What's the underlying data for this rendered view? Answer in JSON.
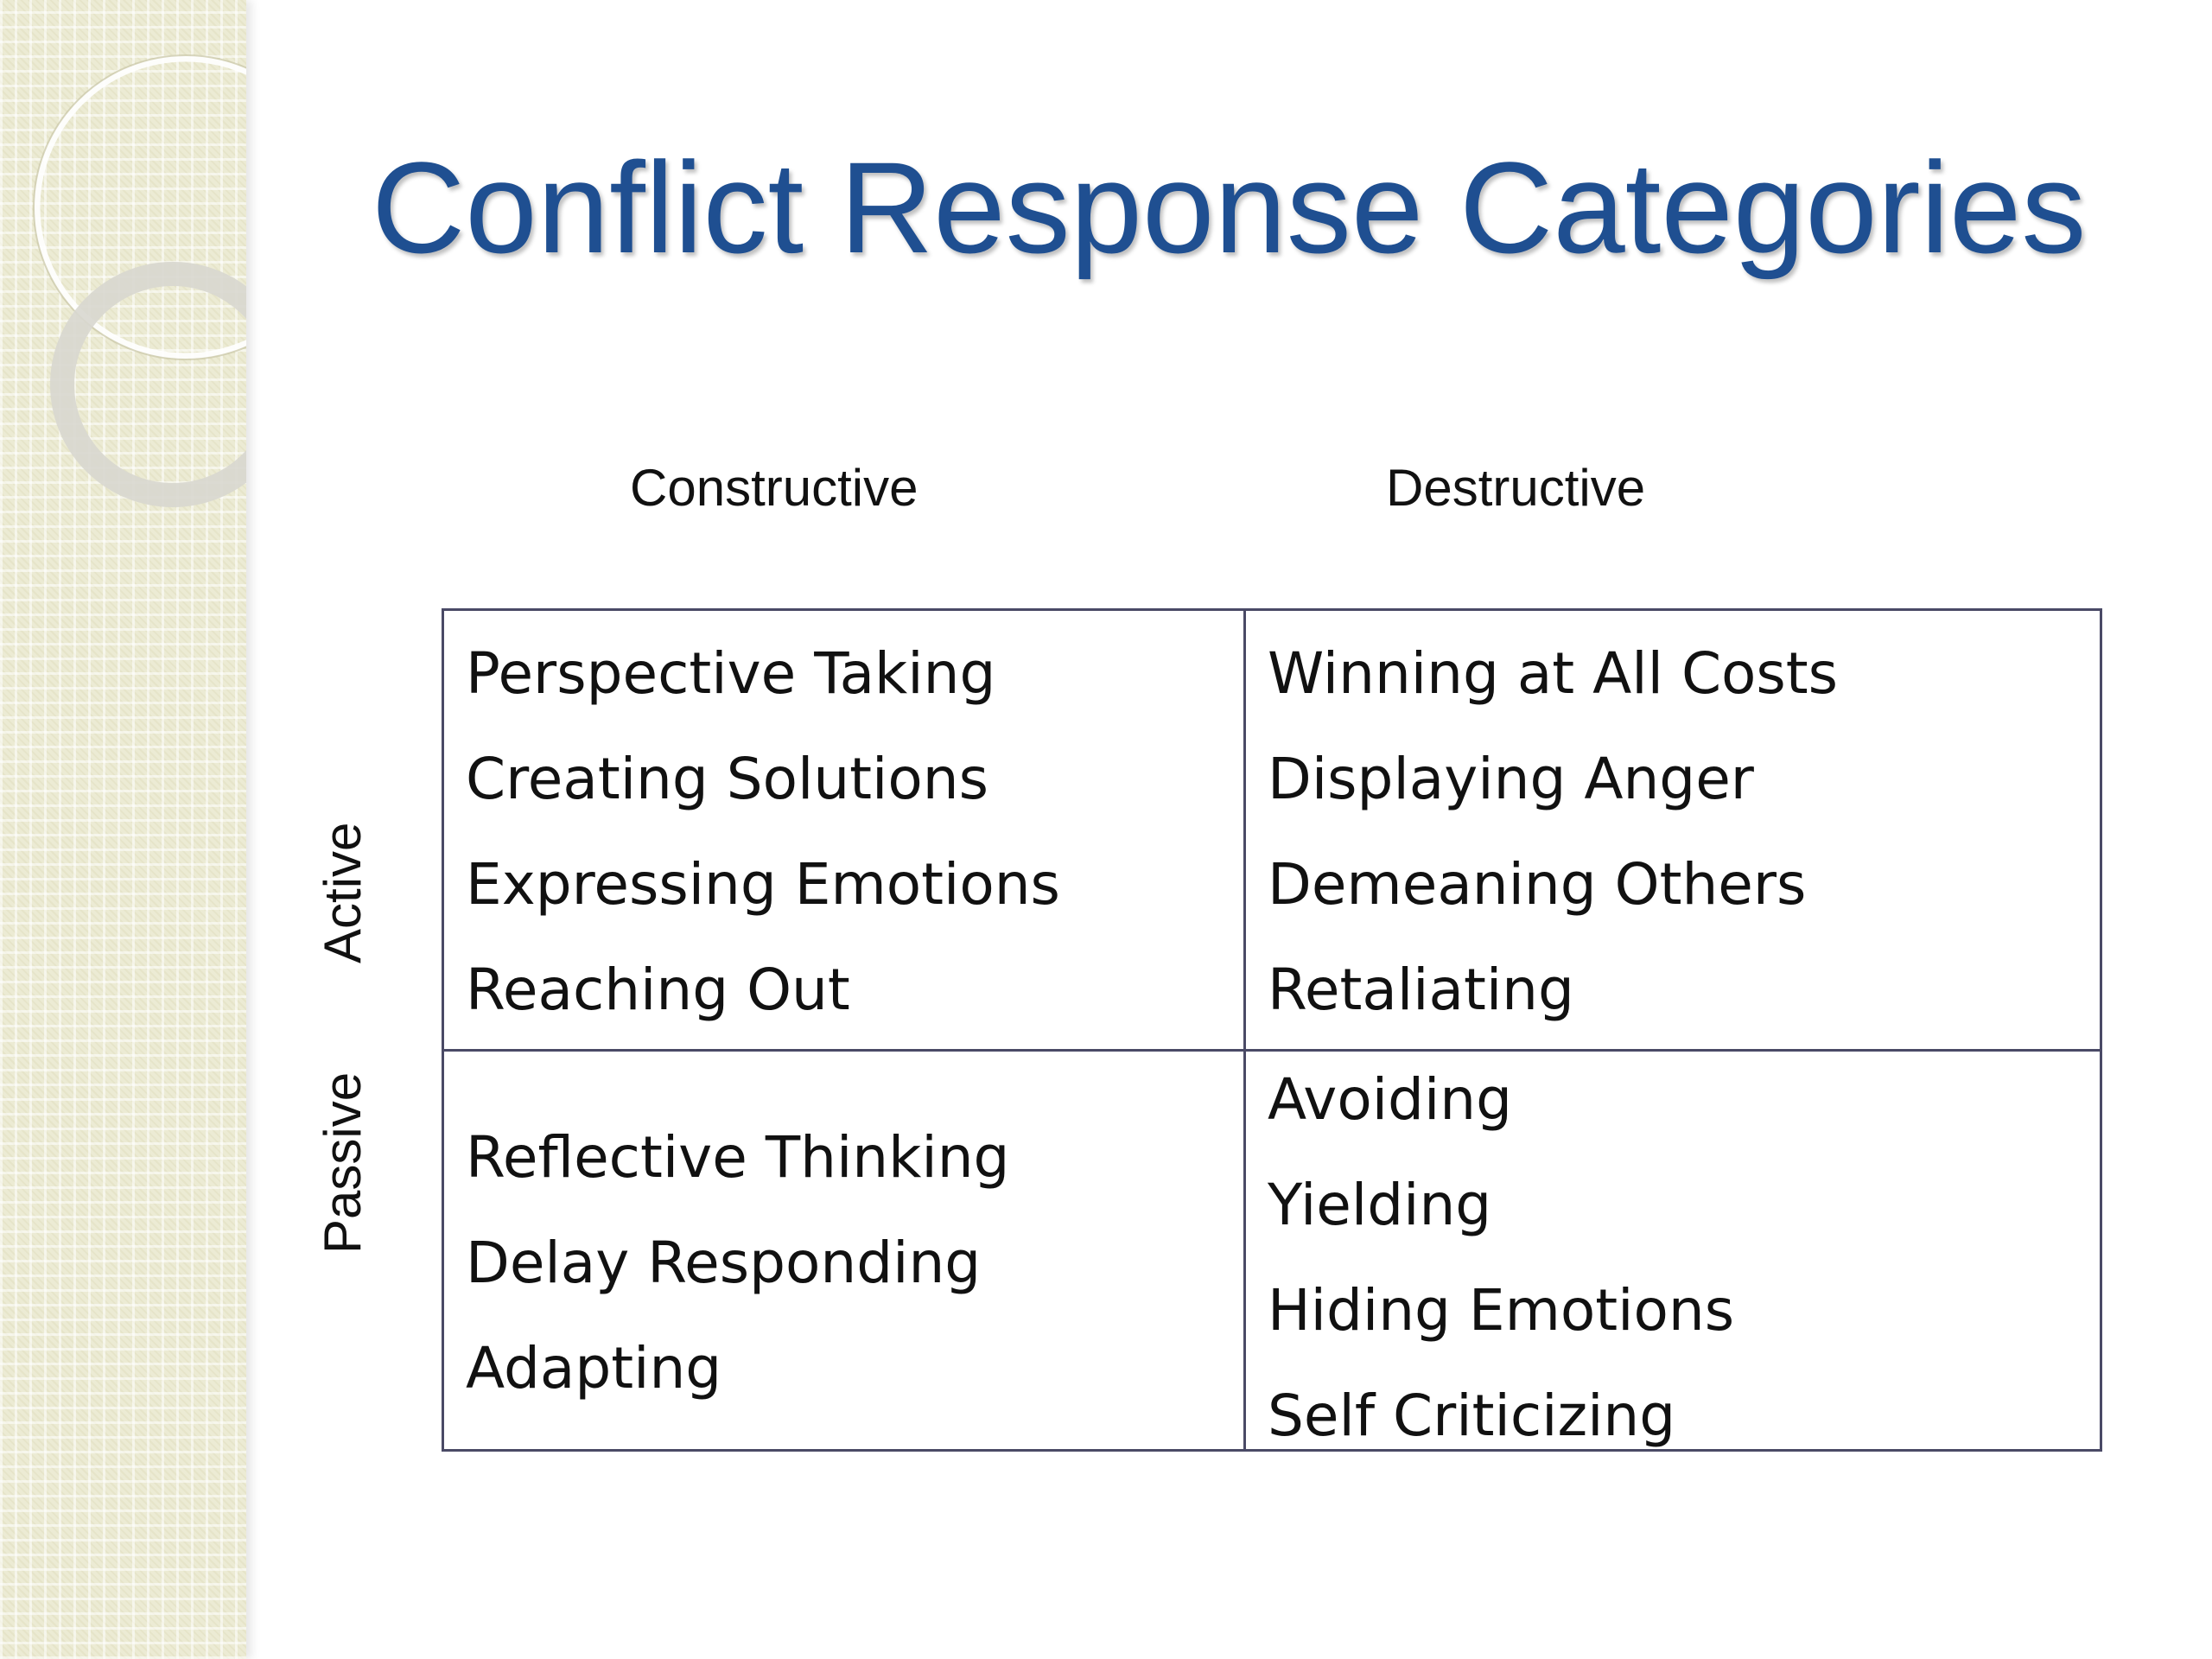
{
  "slide": {
    "title": "Conflict Response Categories",
    "columns": [
      "Constructive",
      "Destructive"
    ],
    "rows": [
      "Active",
      "Passive"
    ],
    "cells": {
      "active_constructive": [
        "Perspective Taking",
        "Creating Solutions",
        "Expressing Emotions",
        "Reaching Out"
      ],
      "active_destructive": [
        "Winning at All Costs",
        "Displaying Anger",
        "Demeaning Others",
        "Retaliating"
      ],
      "passive_constructive": [
        "Reflective Thinking",
        "Delay Responding",
        "Adapting"
      ],
      "passive_destructive": [
        "Avoiding",
        "Yielding",
        "Hiding Emotions",
        "Self Criticizing"
      ]
    }
  },
  "colors": {
    "title": "#1f4f91",
    "sidebar": "#ecebd4",
    "grid_border": "#4a4a66"
  }
}
